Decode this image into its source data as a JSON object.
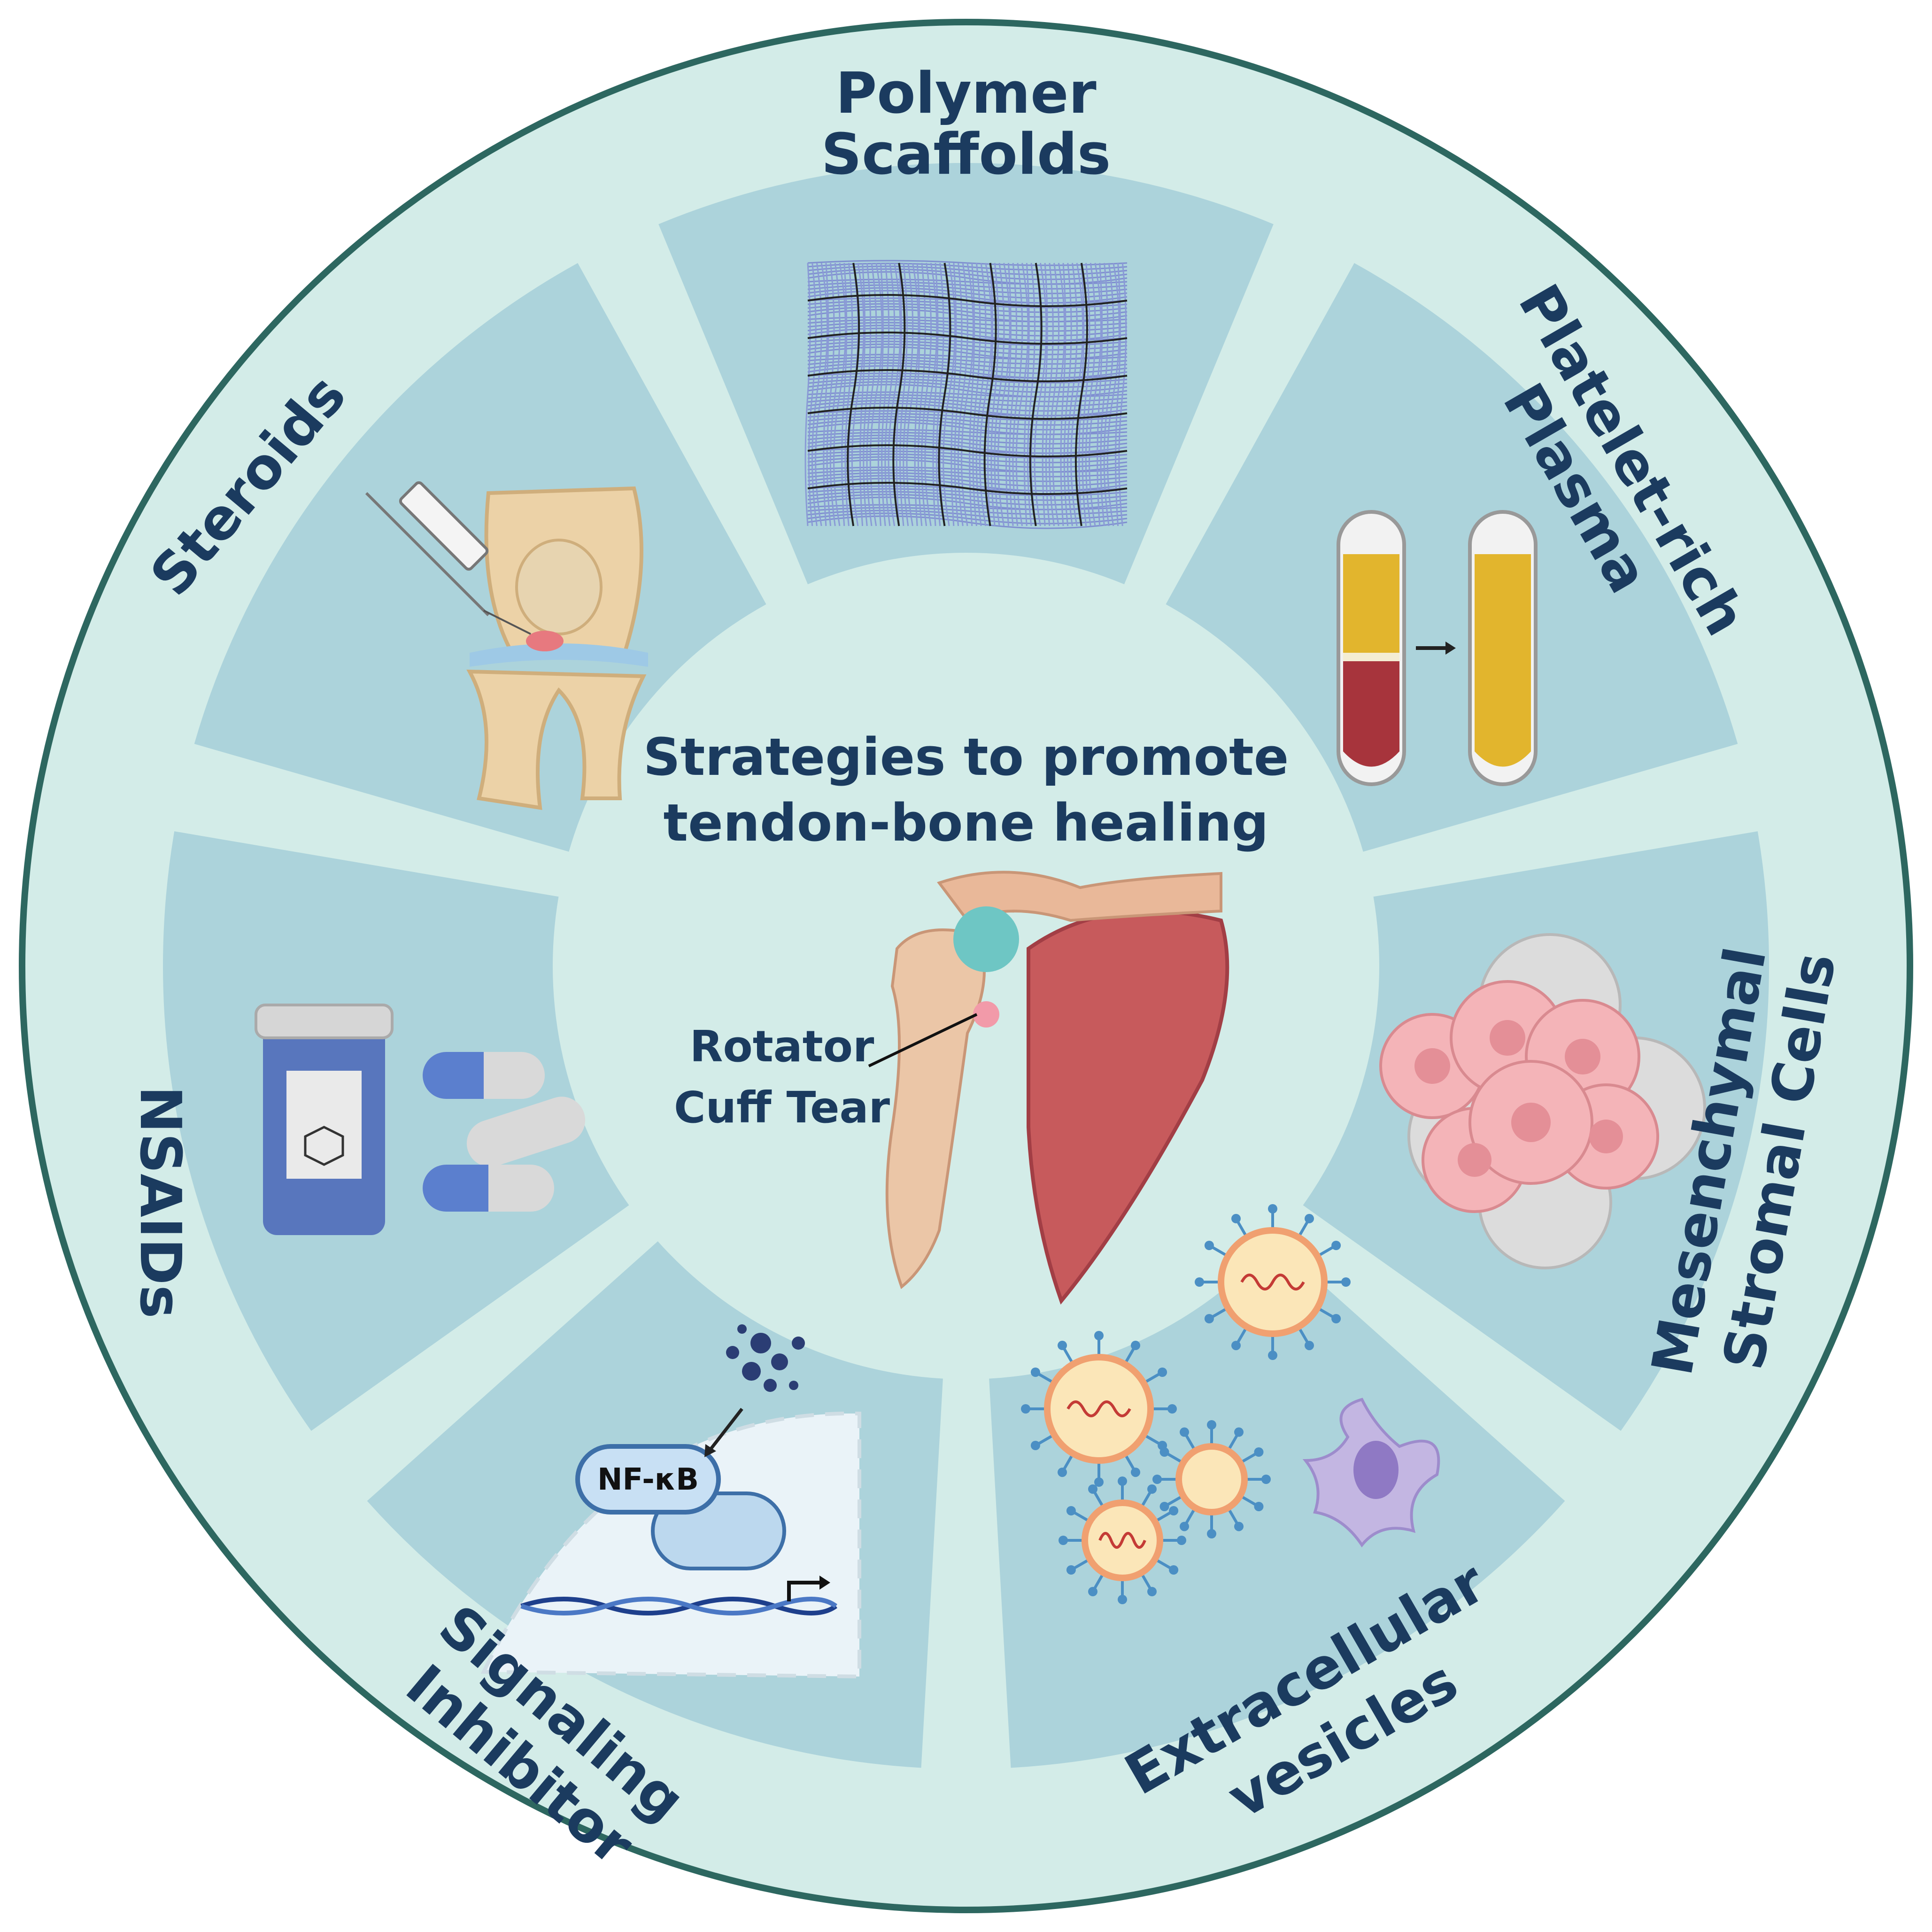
{
  "center": {
    "title_line1": "Strategies to promote",
    "title_line2": "tendon-bone healing",
    "annotation_line1": "Rotator",
    "annotation_line2": "Cuff Tear"
  },
  "segments": {
    "polymer_scaffolds": {
      "line1": "Polymer",
      "line2": "Scaffolds"
    },
    "platelet_rich_plasma": {
      "line1": "Platelet-rich",
      "line2": "Plasma"
    },
    "mesenchymal_stromal_cells": {
      "line1": "Mesenchymal",
      "line2": "Stromal Cells"
    },
    "extracellular_vesicles": {
      "line1": "Extracellular",
      "line2": "vesicles"
    },
    "signaling_inhibitor": {
      "line1": "Signaling",
      "line2": "Inhibitor",
      "badge": "NF-κB"
    },
    "nsaids": {
      "line1": "NSAIDs"
    },
    "steroids": {
      "line1": "Steroids"
    }
  },
  "icons": {
    "knee-injection": "syringe injecting knee joint",
    "scaffold-mesh": "polymer fiber mesh",
    "prp-tubes": "blood tube to plasma tube",
    "msc-cluster": "cluster of stromal cells",
    "vesicles": "extracellular vesicles and cell",
    "nfkb-nucleus": "inhibitor blocking NF-κB in nucleus",
    "pill-bottle": "NSAID bottle and capsules",
    "shoulder": "shoulder with rotator cuff tear"
  },
  "colors": {
    "ring": "#d3ece8",
    "segment": "#acd3db",
    "center": "#d3ece8",
    "text": "#1b3b5f",
    "border": "#2d6760"
  }
}
